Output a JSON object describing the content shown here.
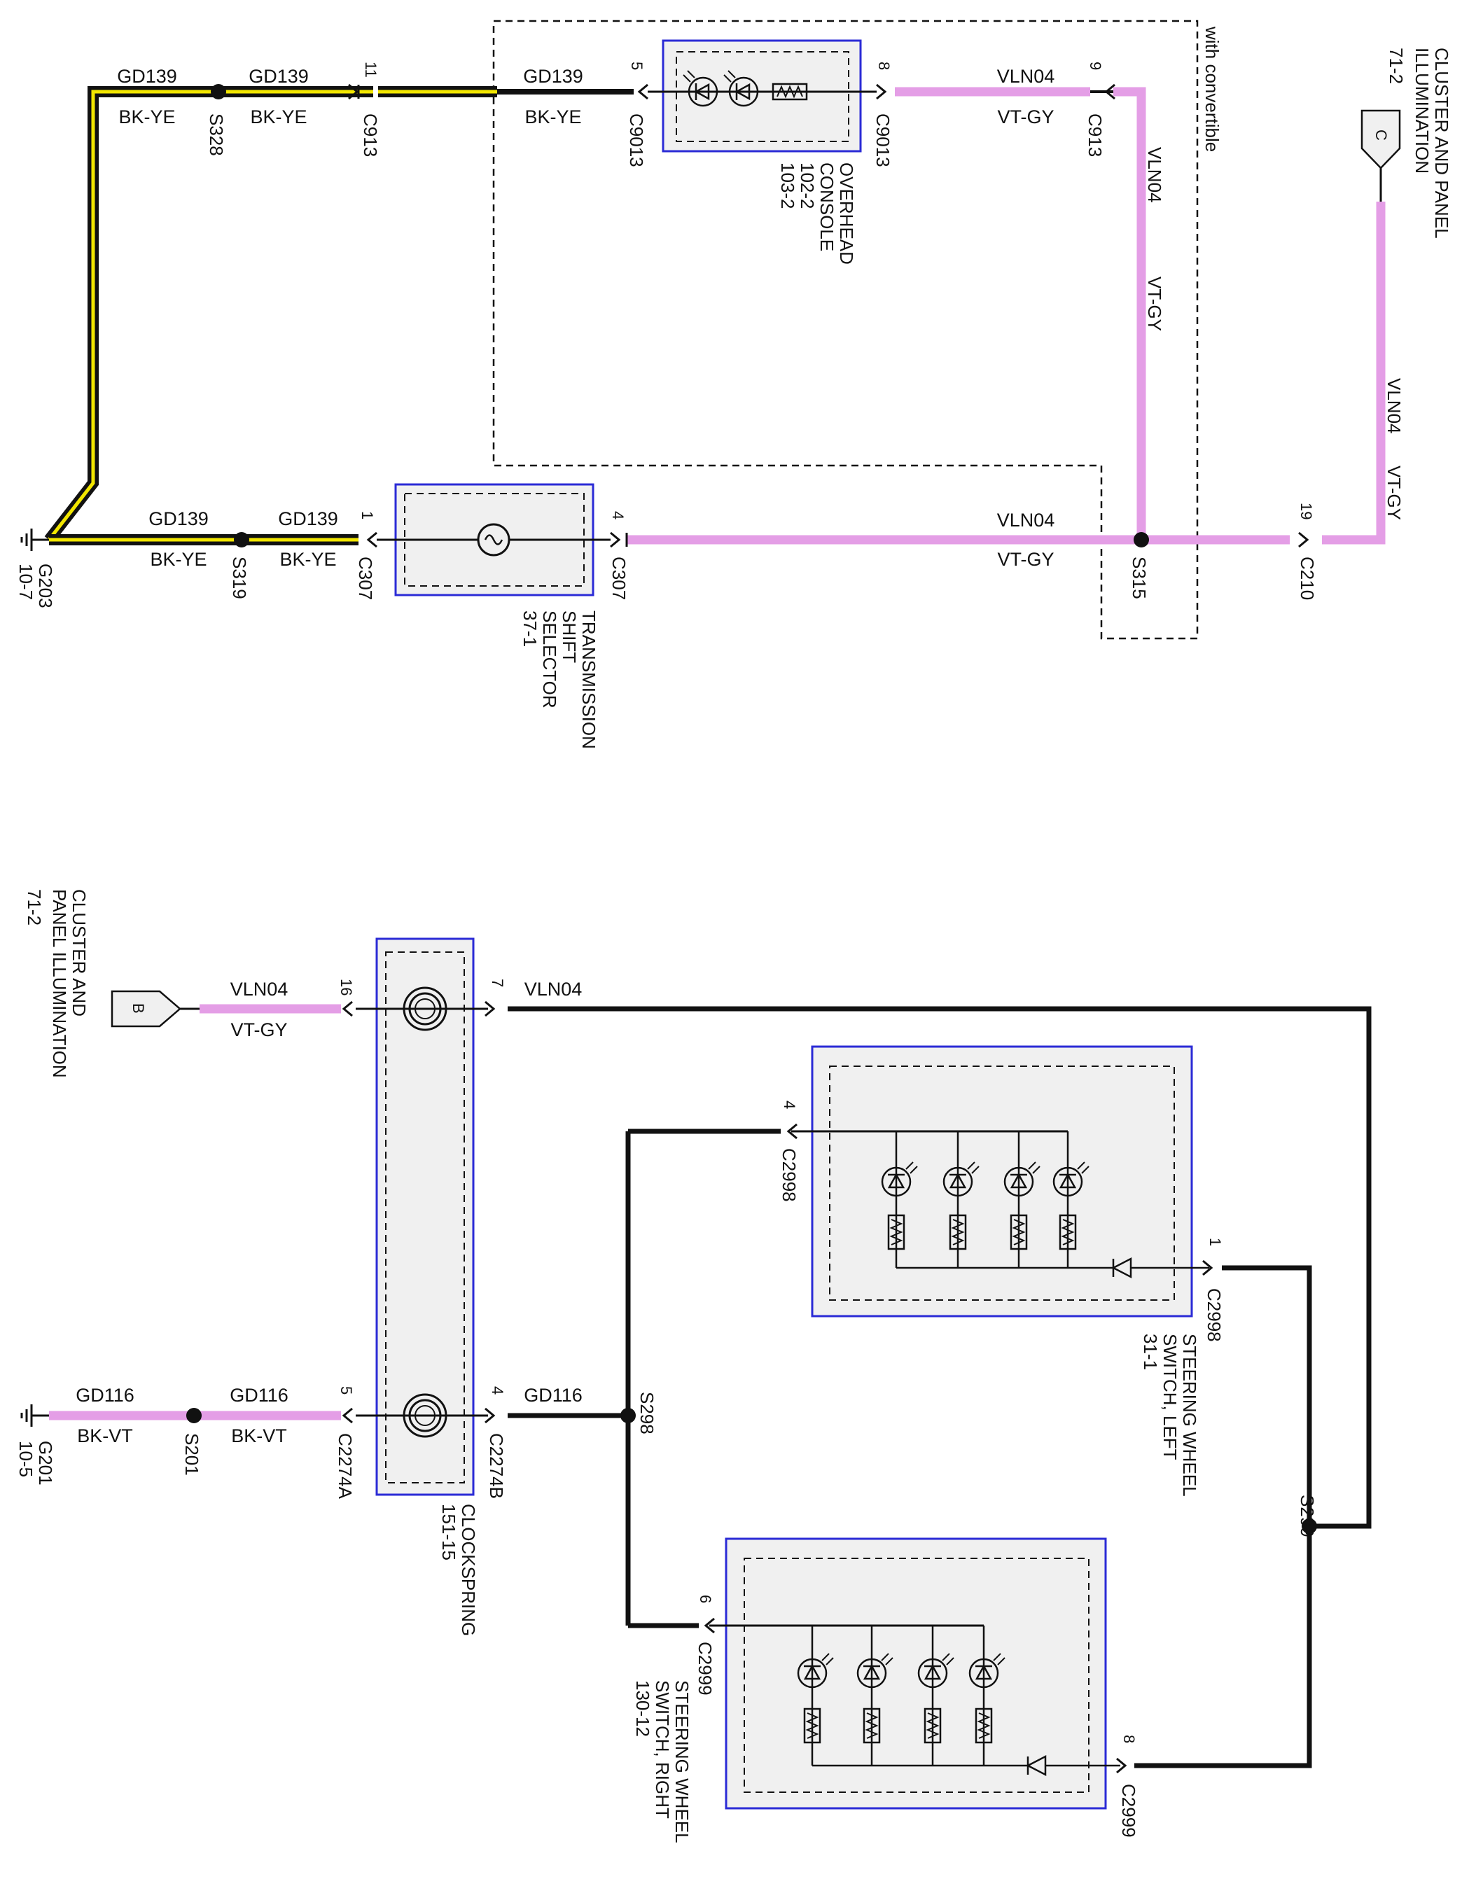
{
  "top": {
    "wires": {
      "gd139": "GD139",
      "bk_ye": "BK-YE",
      "vln04": "VLN04",
      "vt_gy": "VT-GY"
    },
    "splices": {
      "s328": "S328",
      "s319": "S319",
      "s315": "S315"
    },
    "connectors": {
      "c913": "C913",
      "c9013": "C9013",
      "c307": "C307",
      "c210": "C210",
      "pin_11": "11",
      "pin_5": "5",
      "pin_8": "8",
      "pin_9": "9",
      "pin_1": "1",
      "pin_4": "4",
      "pin_19": "19"
    },
    "ground": {
      "name": "G203",
      "ref": "10-7"
    },
    "overhead_console": {
      "line1": "OVERHEAD",
      "line2": "CONSOLE",
      "ref1": "102-2",
      "ref2": "103-2"
    },
    "trans_selector": {
      "line1": "TRANSMISSION",
      "line2": "SHIFT",
      "line3": "SELECTOR",
      "ref": "37-1"
    },
    "convertible_note": "with convertible",
    "cluster": {
      "line1": "CLUSTER AND PANEL",
      "line2": "ILLUMINATION",
      "ref": "71-2",
      "letter": "C"
    }
  },
  "bottom": {
    "wires": {
      "vln04": "VLN04",
      "vt_gy": "VT-GY",
      "gd116": "GD116",
      "bk_vt": "BK-VT"
    },
    "splices": {
      "s201": "S201",
      "s298": "S298",
      "s299": "S299"
    },
    "connectors": {
      "c2274a": "C2274A",
      "c2274b": "C2274B",
      "c2998": "C2998",
      "c2999": "C2999",
      "pin_16": "16",
      "pin_7": "7",
      "pin_5": "5",
      "pin_4": "4",
      "pin_1": "1",
      "pin_6": "6",
      "pin_8": "8"
    },
    "ground": {
      "name": "G201",
      "ref": "10-5"
    },
    "cluster": {
      "line1": "CLUSTER AND",
      "line2": "PANEL ILLUMINATION",
      "ref": "71-2",
      "letter": "B"
    },
    "clockspring": {
      "name": "CLOCKSPRING",
      "ref": "151-15"
    },
    "sw_left": {
      "line1": "STEERING WHEEL",
      "line2": "SWITCH, LEFT",
      "ref": "31-1"
    },
    "sw_right": {
      "line1": "STEERING WHEEL",
      "line2": "SWITCH, RIGHT",
      "ref": "130-12"
    }
  },
  "colors": {
    "wire_black": "#111111",
    "wire_yellow": "#f2e600",
    "wire_violet": "#e49ee6",
    "component_border": "#2b2bd6",
    "component_fill": "#f0f0f0"
  }
}
